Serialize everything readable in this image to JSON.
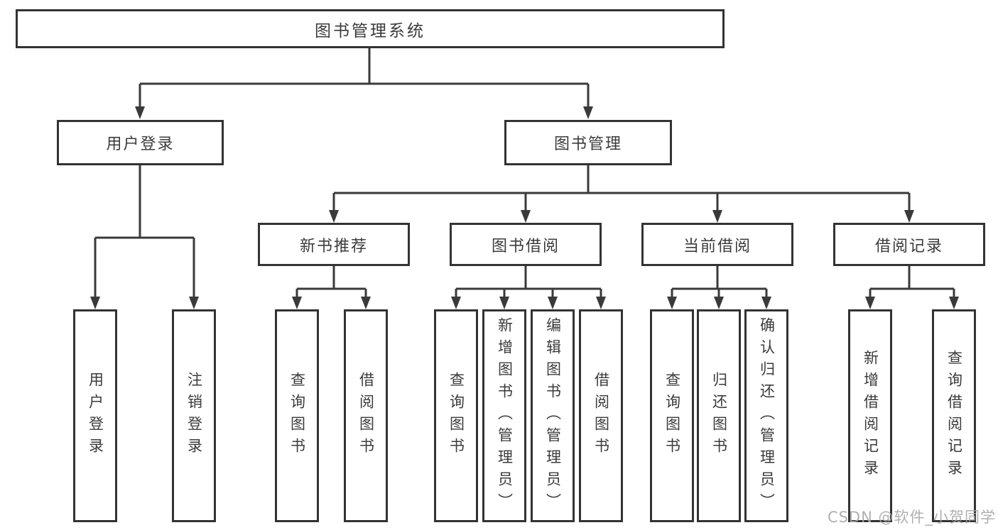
{
  "diagram": {
    "root": {
      "label": "图书管理系统"
    },
    "branches": [
      {
        "label": "用户登录",
        "children": [
          {
            "label": "用户登录"
          },
          {
            "label": "注销登录"
          }
        ]
      },
      {
        "label": "图书管理",
        "children": [
          {
            "label": "新书推荐",
            "children": [
              {
                "label": "查询图书"
              },
              {
                "label": "借阅图书"
              }
            ]
          },
          {
            "label": "图书借阅",
            "children": [
              {
                "label": "查询图书"
              },
              {
                "label": "新增图书（管理员）"
              },
              {
                "label": "编辑图书（管理员）"
              },
              {
                "label": "借阅图书"
              }
            ]
          },
          {
            "label": "当前借阅",
            "children": [
              {
                "label": "查询图书"
              },
              {
                "label": "归还图书"
              },
              {
                "label": "确认归还（管理员）"
              }
            ]
          },
          {
            "label": "借阅记录",
            "children": [
              {
                "label": "新增借阅记录"
              },
              {
                "label": "查询借阅记录"
              }
            ]
          }
        ]
      }
    ]
  },
  "watermark": "CSDN @软件_小贺同学",
  "colors": {
    "line": "#3a3a3a",
    "box_border": "#333333",
    "box_fill": "#ffffff",
    "text": "#3b3b3b",
    "watermark": "#aaa6a6"
  }
}
